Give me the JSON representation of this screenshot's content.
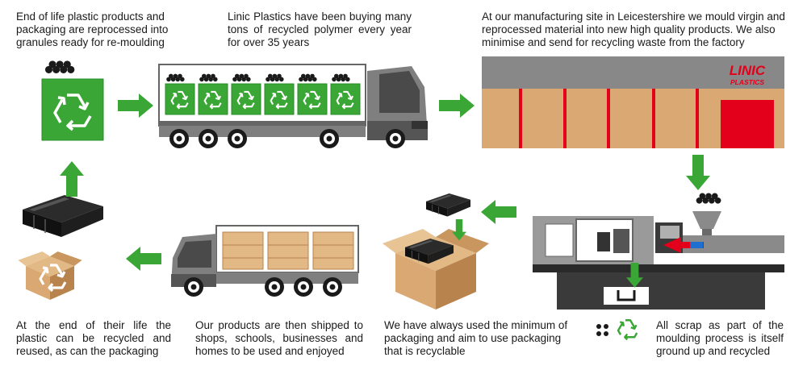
{
  "captions": {
    "step1": "End of life plastic products and packaging are reprocessed into granules ready for re-moulding",
    "step2": "Linic Plastics have been buying many tons of recycled polymer every year for over 35 years",
    "step3": "At our manufacturing site in Leicestershire we mould virgin and reprocessed material into new high quality products. We also minimise and send for recycling waste from the factory",
    "step4": "All scrap as part of the moulding process is itself ground up and recycled",
    "step5": "We have always used the minimum of packaging and aim to use packaging that is recyclable",
    "step6": "Our products are then shipped to shops, schools, businesses and homes to be used and enjoyed",
    "step7": "At the end of their life the plastic can be recycled and reused, as can the packaging"
  },
  "logo": {
    "line1": "LINIC",
    "line2": "PLASTICS"
  },
  "colors": {
    "green": "#3aa635",
    "green_dark": "#2a8c28",
    "red": "#e2001a",
    "cardboard": "#d9a873",
    "cardboard_dark": "#b9834d",
    "grey": "#7f7f7f",
    "grey_dark": "#4a4a4a",
    "black": "#1a1a1a"
  },
  "icons": [
    "recycle-icon",
    "arrow-icon",
    "truck-icon",
    "factory-icon",
    "moulding-machine-icon",
    "cardboard-box-icon",
    "granules-icon"
  ]
}
